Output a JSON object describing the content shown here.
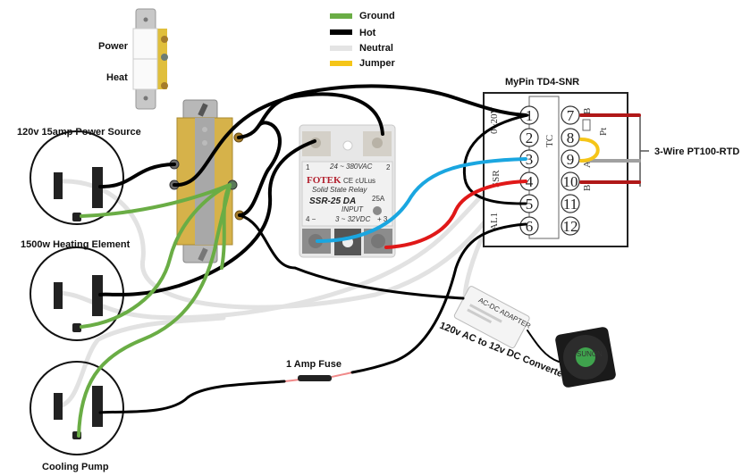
{
  "legend": {
    "items": [
      {
        "label": "Ground",
        "color": "#6aad45"
      },
      {
        "label": "Hot",
        "color": "#000000"
      },
      {
        "label": "Neutral",
        "color": "#e4e4e4"
      },
      {
        "label": "Jumper",
        "color": "#f5c518"
      }
    ]
  },
  "colors": {
    "ground": "#6aad45",
    "hot": "#000000",
    "neutral": "#e2e2e2",
    "jumper": "#f5c518",
    "ssr_blue": "#1aa6e0",
    "ssr_red": "#e01818",
    "rtd_red": "#b01818",
    "rtd_gray": "#a0a0a0",
    "switch_yellow": "#d6b24a"
  },
  "labels": {
    "switch_power": "Power",
    "switch_heat": "Heat",
    "power_source": "120v 15amp Power Source",
    "heating_element": "1500w Heating Element",
    "cooling_pump": "Cooling Pump",
    "controller": "MyPin TD4-SNR",
    "rtd": "3-Wire PT100-RTD",
    "fuse": "1 Amp Fuse",
    "converter": "120v AC to 12v DC Converter"
  },
  "ssr": {
    "brand": "FOTEK",
    "subtitle": "Solid State Relay",
    "model": "SSR-25 DA",
    "rating": "25A",
    "output_range": "24 ~ 380VAC",
    "input_label": "INPUT",
    "input_range": "3 ~ 32VDC",
    "t1": "1",
    "t2": "2",
    "t3": "+ 3",
    "t4": "4  −",
    "marks": "CE cULus"
  },
  "controller": {
    "terminals_left": [
      "1",
      "2",
      "3",
      "4",
      "5",
      "6"
    ],
    "terminals_right": [
      "7",
      "8",
      "9",
      "10",
      "11",
      "12"
    ],
    "side_labels": {
      "analog": "0~20V",
      "ssr": "SSR",
      "alarm": "AL1",
      "tc": "TC",
      "pt": "Pt",
      "a": "A",
      "b1": "B",
      "b2": "B"
    }
  },
  "converter": {
    "text": "AC-DC ADAPTER"
  },
  "fan": {
    "brand": "SUNON"
  }
}
